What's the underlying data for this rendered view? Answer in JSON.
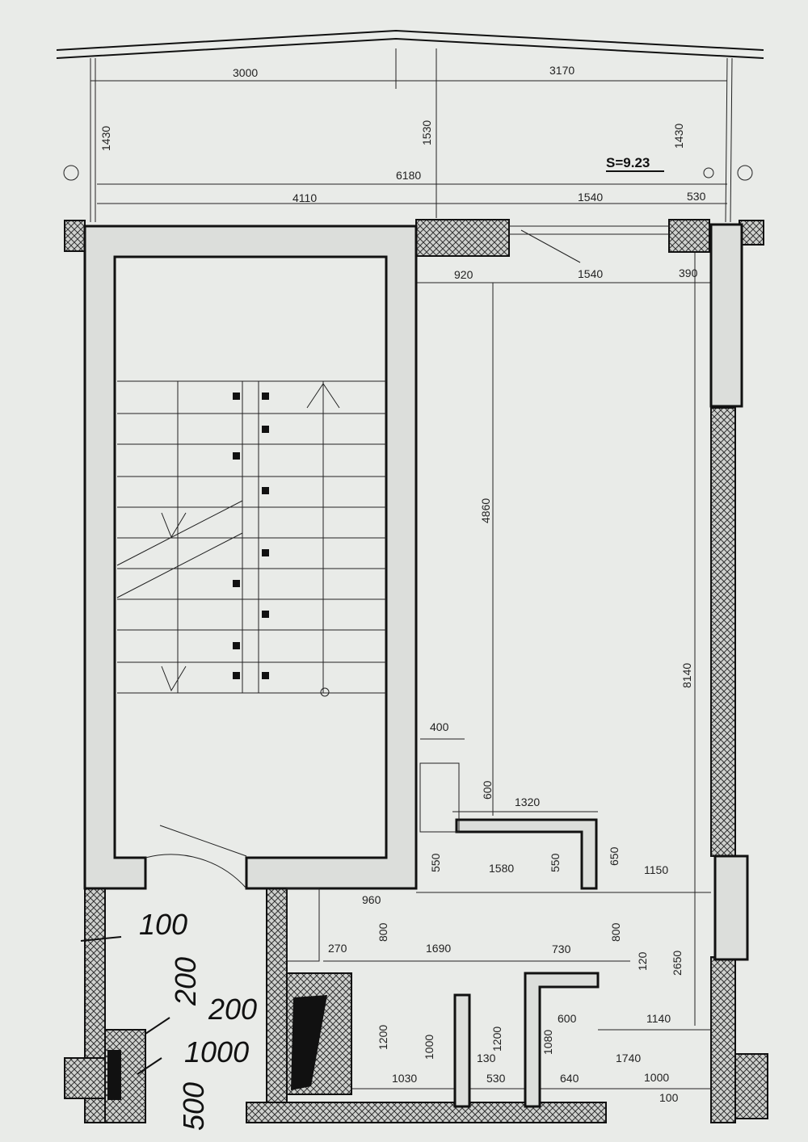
{
  "area_label": "S=9.23",
  "dimensions_horizontal": [
    {
      "id": "d3000",
      "text": "3000"
    },
    {
      "id": "d3170",
      "text": "3170"
    },
    {
      "id": "d6180",
      "text": "6180"
    },
    {
      "id": "d4110",
      "text": "4110"
    },
    {
      "id": "d1540a",
      "text": "1540"
    },
    {
      "id": "d530",
      "text": "530"
    },
    {
      "id": "d920",
      "text": "920"
    },
    {
      "id": "d1540b",
      "text": "1540"
    },
    {
      "id": "d390",
      "text": "390"
    },
    {
      "id": "d400",
      "text": "400"
    },
    {
      "id": "d1320",
      "text": "1320"
    },
    {
      "id": "d1580",
      "text": "1580"
    },
    {
      "id": "d1150",
      "text": "1150"
    },
    {
      "id": "d960",
      "text": "960"
    },
    {
      "id": "d270",
      "text": "270"
    },
    {
      "id": "d1690",
      "text": "1690"
    },
    {
      "id": "d730",
      "text": "730"
    },
    {
      "id": "d600b",
      "text": "600"
    },
    {
      "id": "d1140",
      "text": "1140"
    },
    {
      "id": "d1740",
      "text": "1740"
    },
    {
      "id": "d130",
      "text": "130"
    },
    {
      "id": "d1030",
      "text": "1030"
    },
    {
      "id": "d530b",
      "text": "530"
    },
    {
      "id": "d640",
      "text": "640"
    },
    {
      "id": "d1000a",
      "text": "1000"
    },
    {
      "id": "d100s",
      "text": "100"
    }
  ],
  "dimensions_vertical": [
    {
      "id": "v1430a",
      "text": "1430"
    },
    {
      "id": "v1530",
      "text": "1530"
    },
    {
      "id": "v1430b",
      "text": "1430"
    },
    {
      "id": "v4860",
      "text": "4860"
    },
    {
      "id": "v8140",
      "text": "8140"
    },
    {
      "id": "v600",
      "text": "600"
    },
    {
      "id": "v550a",
      "text": "550"
    },
    {
      "id": "v550b",
      "text": "550"
    },
    {
      "id": "v650",
      "text": "650"
    },
    {
      "id": "v800a",
      "text": "800"
    },
    {
      "id": "v800b",
      "text": "800"
    },
    {
      "id": "v120",
      "text": "120"
    },
    {
      "id": "v2650",
      "text": "2650"
    },
    {
      "id": "v1200a",
      "text": "1200"
    },
    {
      "id": "v1000",
      "text": "1000"
    },
    {
      "id": "v1200b",
      "text": "1200"
    },
    {
      "id": "v1080",
      "text": "1080"
    }
  ],
  "handwritten": [
    {
      "id": "h100",
      "text": "100"
    },
    {
      "id": "h200a",
      "text": "200"
    },
    {
      "id": "h200b",
      "text": "200"
    },
    {
      "id": "h1000",
      "text": "1000"
    },
    {
      "id": "h500",
      "text": "500"
    }
  ],
  "colors": {
    "paper": "#e9ebe8",
    "wall_fill": "#dcdedb",
    "line": "#111111"
  }
}
